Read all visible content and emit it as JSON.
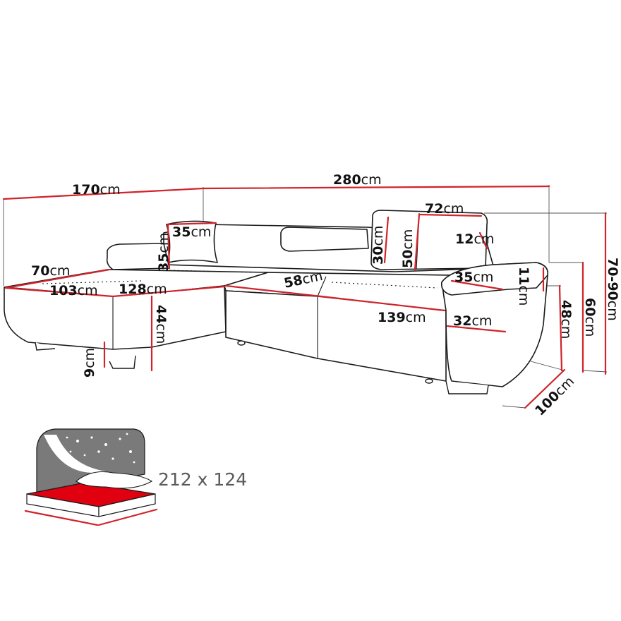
{
  "dimensions": {
    "total_left_width": "170",
    "total_back_width": "280",
    "headrest_width": "72",
    "pillow_width": "35",
    "pillow_height": "35",
    "headrest_height_small": "30",
    "headrest_height_large": "50",
    "headrest_depth": "12",
    "armrest_width": "35",
    "armrest_height": "11",
    "chaise_depth": "70",
    "chaise_seat_length": "103",
    "chaise_length": "128",
    "corner_seat_depth": "58",
    "seat_length": "139",
    "arm_depth": "32",
    "seat_height": "44",
    "leg_height": "9",
    "side_height_low": "48",
    "side_height_mid": "60",
    "side_height_max": "70-90",
    "depth": "100",
    "unit": "cm"
  },
  "bed_size": "212 x 124",
  "colors": {
    "dimension_line": "#d0232a",
    "outline": "#1a1a1a",
    "bed_fill": "#e0000f",
    "night_sky": "#7a7a7a"
  }
}
